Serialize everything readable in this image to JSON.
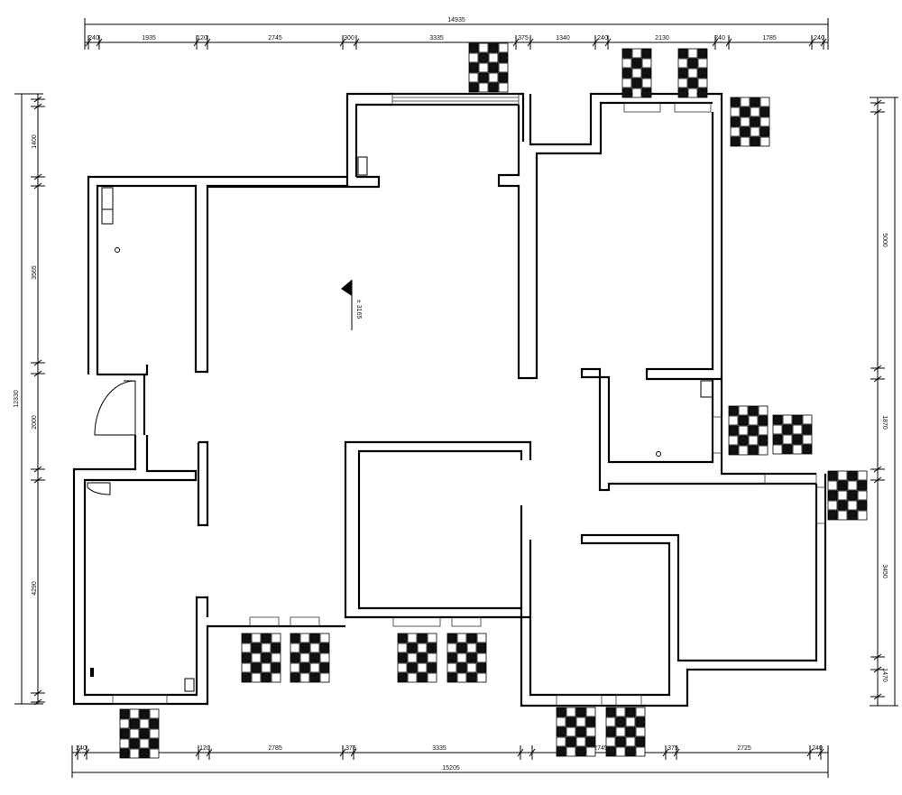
{
  "top_dims": {
    "total": "14935",
    "segments": [
      "240",
      "1935",
      "120",
      "2745",
      "300",
      "3335",
      "375",
      "1340",
      "240",
      "2130",
      "240",
      "1785",
      "240"
    ]
  },
  "bottom_dims": {
    "total": "15205",
    "segments": [
      "240",
      "120",
      "2785",
      "375",
      "3335",
      "2745",
      "375",
      "2725",
      "240"
    ]
  },
  "left_dims": {
    "total": "12330",
    "segments": [
      "1400",
      "3565",
      "2000",
      "4290"
    ]
  },
  "right_dims": {
    "segments": [
      "5000",
      "1870",
      "3450",
      "1470"
    ]
  },
  "elevation_label": "± 3165",
  "colors": {
    "wall": "#000000",
    "line": "#111111",
    "background": "#ffffff"
  }
}
